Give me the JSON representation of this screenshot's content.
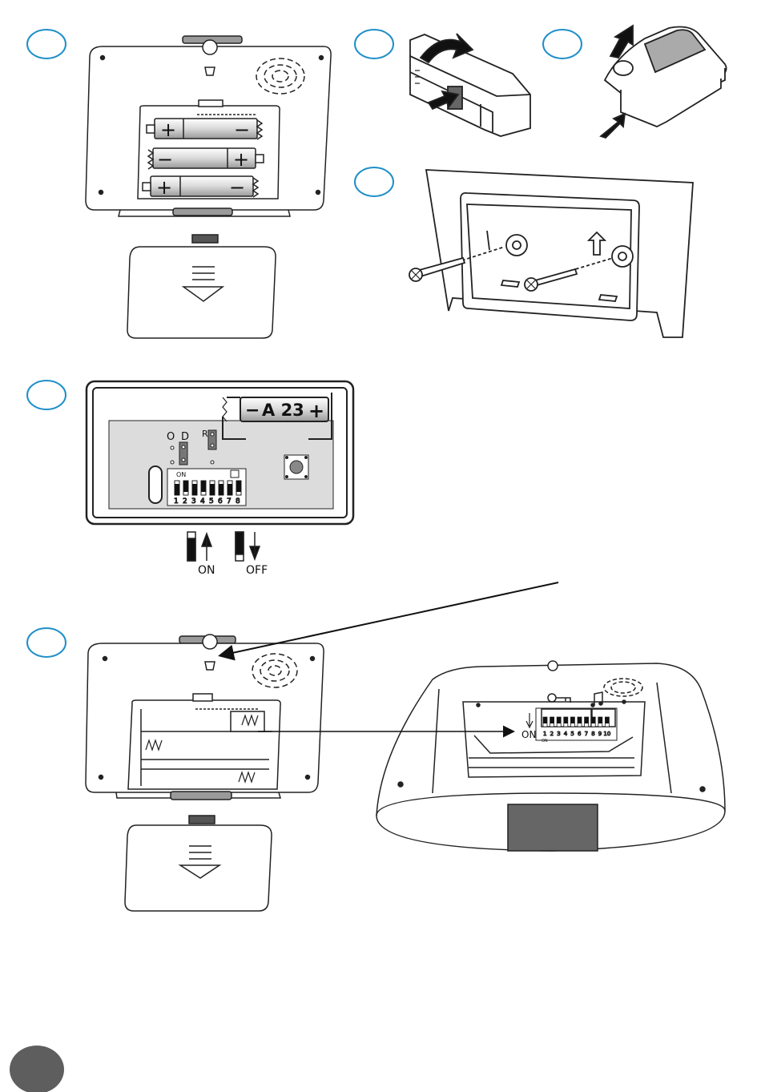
{
  "colors": {
    "badge_outline": "#1f8fc9",
    "page_badge": "#5e5e5e",
    "stroke": "#222222",
    "grey_part": "#9a9a9a",
    "board": "#dcdcdc"
  },
  "battery": {
    "minus": "−",
    "plus": "+"
  },
  "transmitter": {
    "battery_label": "A 23",
    "jumper_o": "O",
    "jumper_d": "D",
    "jumper_r": "R",
    "dip_on": "ON",
    "dip_numbers": [
      "1",
      "2",
      "3",
      "4",
      "5",
      "6",
      "7",
      "8"
    ]
  },
  "legend": {
    "on": "ON",
    "off": "OFF"
  },
  "chime": {
    "on": "ON",
    "on_small": "ON",
    "dip_numbers": [
      "1",
      "2",
      "3",
      "4",
      "5",
      "6",
      "7",
      "8",
      "9",
      "10"
    ]
  }
}
